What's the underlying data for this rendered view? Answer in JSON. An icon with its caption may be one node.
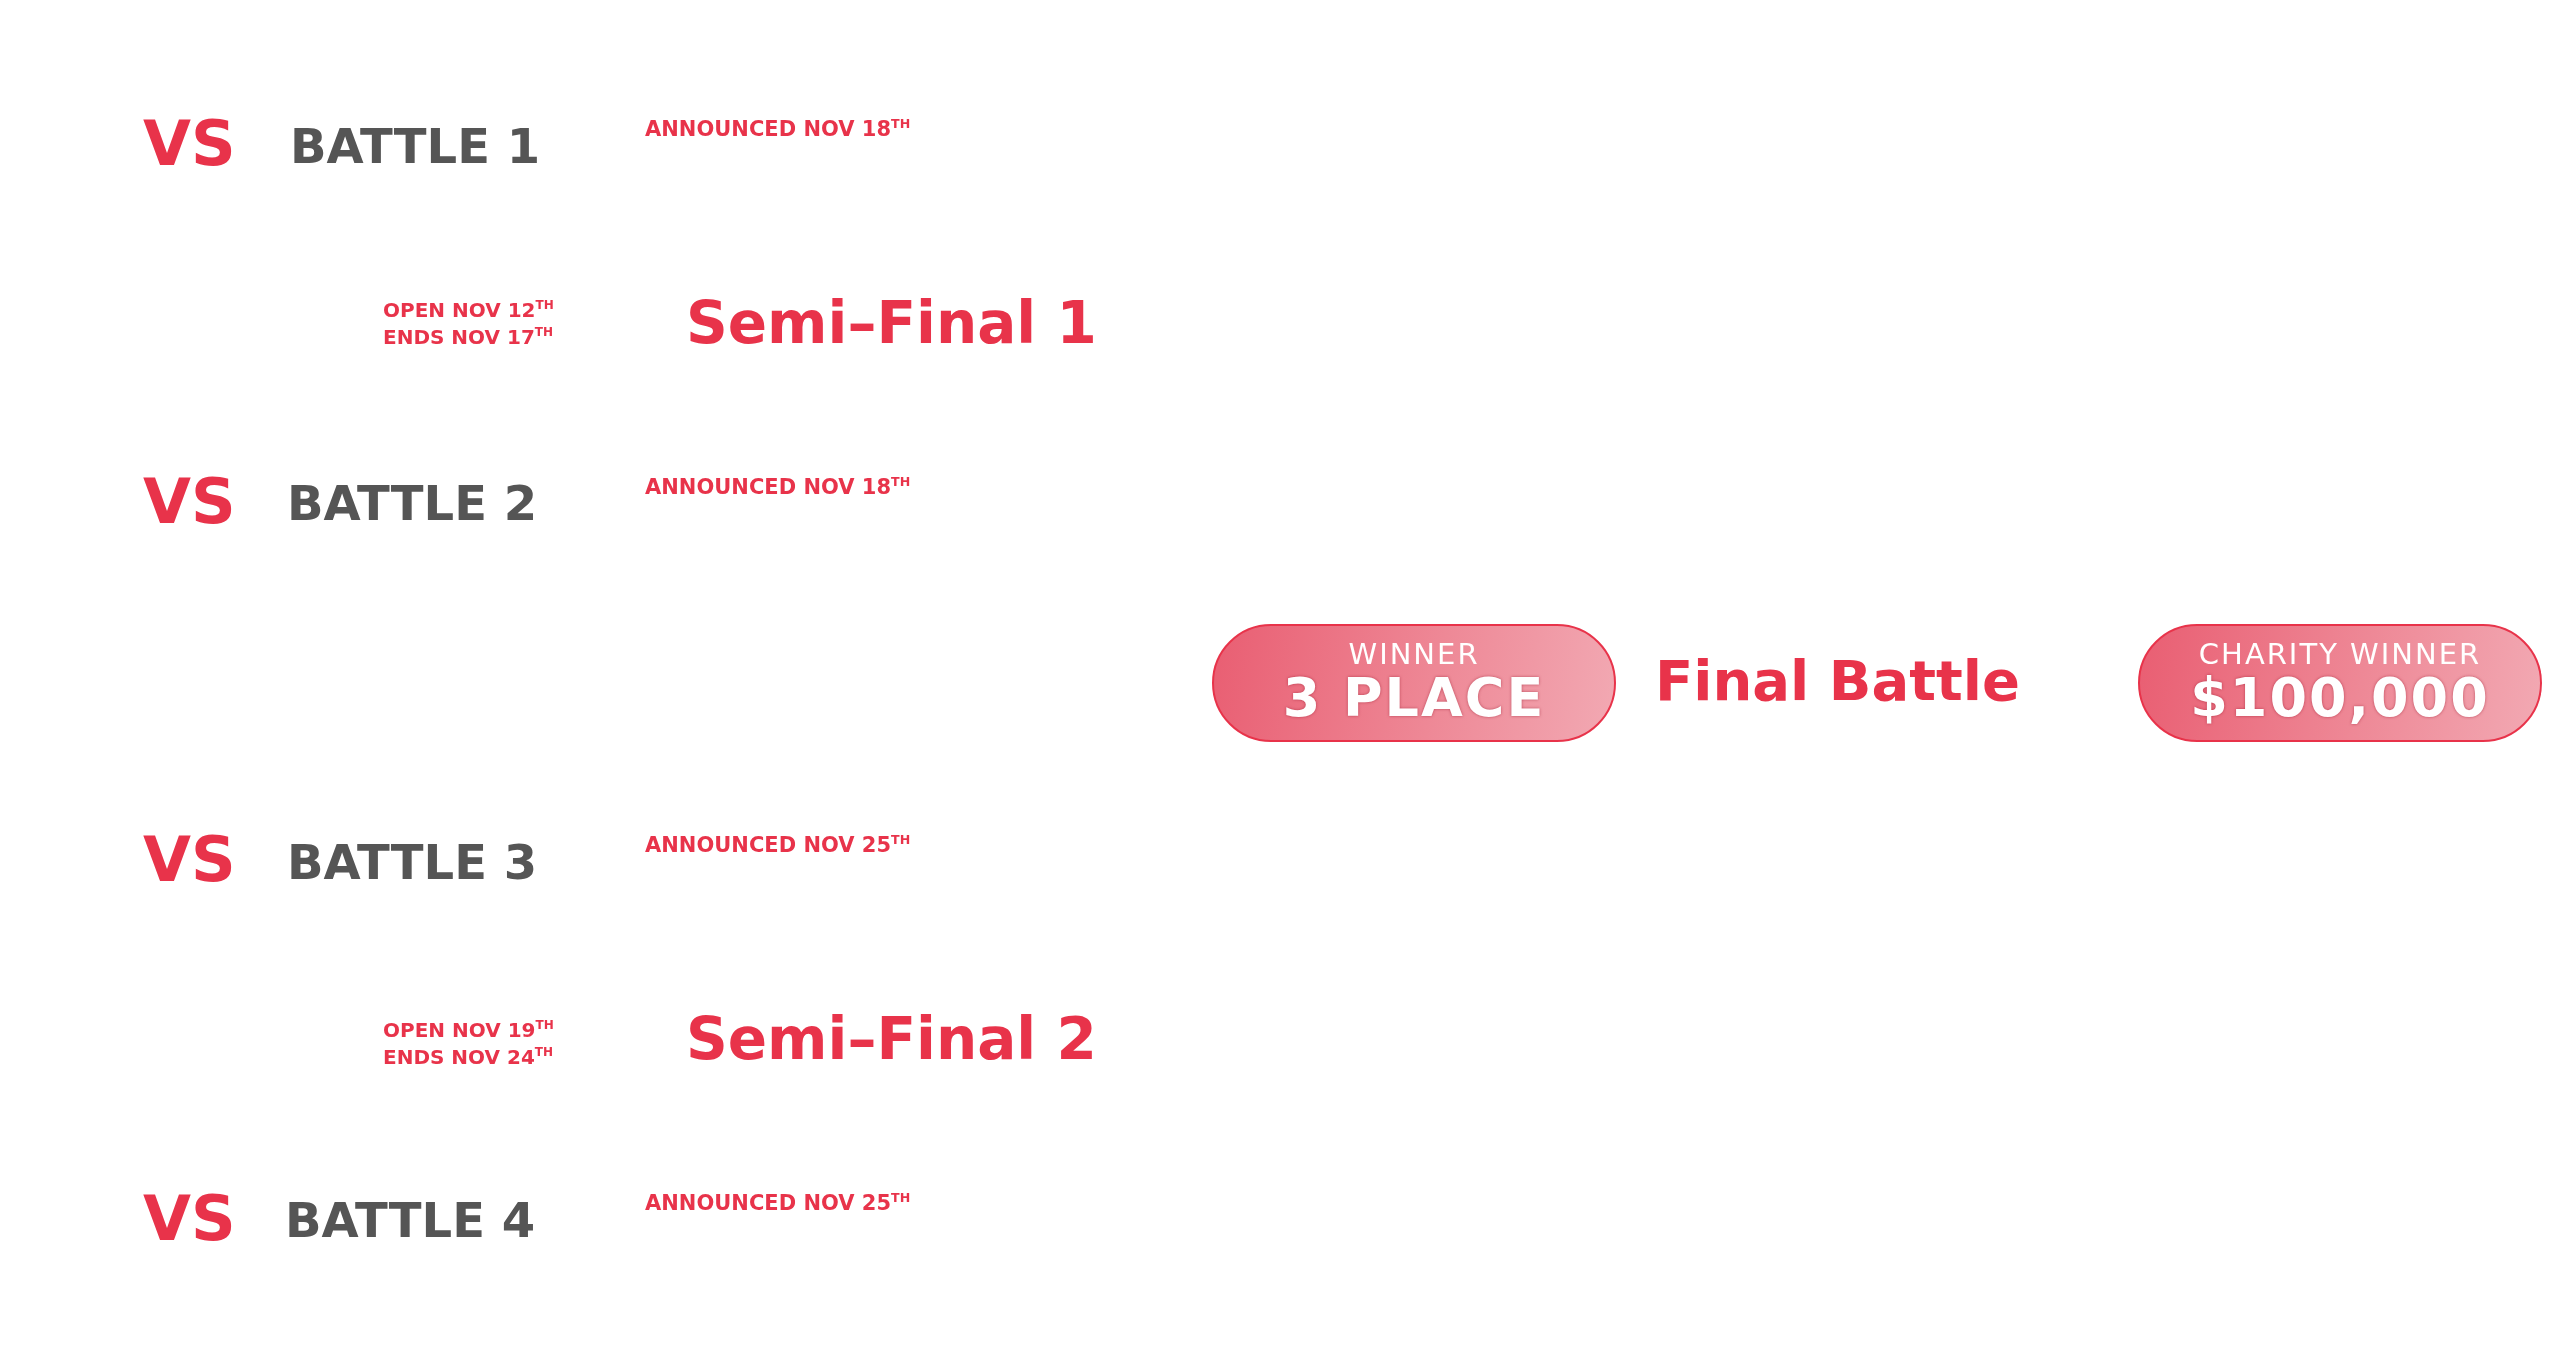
{
  "diagram": {
    "nodes": [
      {
        "text": [
          "WINNER",
          "3 PLACE"
        ]
      },
      {
        "text": [
          "CHARITY WINNER",
          "$100,000"
        ]
      }
    ],
    "labels": [
      "VS",
      "BATTLE 1",
      "ANNOUNCED NOV 18$^{TH}$",
      "OPEN NOV 12$^{TH}$",
      "ENDS NOV 17$^{TH}$",
      "Semi–Final 1",
      "VS",
      "BATTLE 2",
      "ANNOUNCED NOV 18$^{TH}$",
      "Final Battle",
      "VS",
      "BATTLE 3",
      "ANNOUNCED NOV 25$^{TH}$",
      "OPEN NOV 19$^{TH}$",
      "ENDS NOV 24$^{TH}$",
      "Semi–Final 2",
      "VS",
      "BATTLE 4",
      "ANNOUNCED NOV 25$^{TH}$"
    ]
  }
}
